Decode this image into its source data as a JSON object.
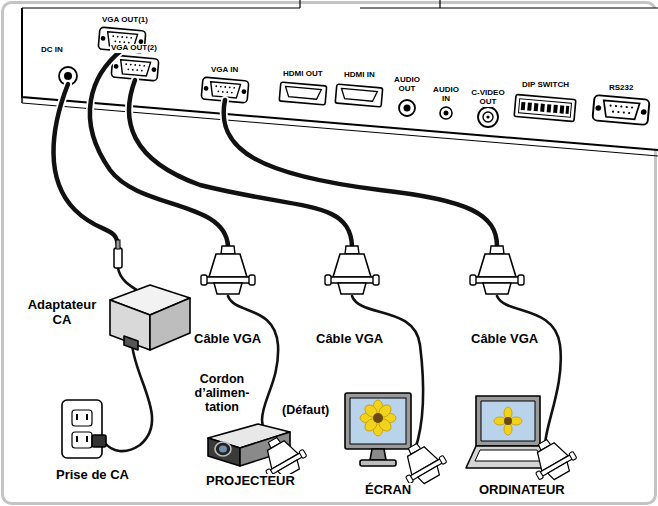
{
  "diagram": {
    "labels": [
      "DC IN",
      "VGA OUT(1)",
      "VGA OUT(2)",
      "VGA IN",
      "HDMI OUT",
      "HDMI IN",
      "AUDIO OUT",
      "AUDIO IN",
      "C-VIDEO OUT",
      "DIP SWITCH",
      "RS232",
      "Adaptateur CA",
      "Câble VGA",
      "Câble VGA",
      "Câble VGA",
      "Cordon d’alimen- tation",
      "(Défaut)",
      "Prise de CA",
      "PROJECTEUR",
      "ÉCRAN",
      "ORDINATEUR"
    ]
  }
}
